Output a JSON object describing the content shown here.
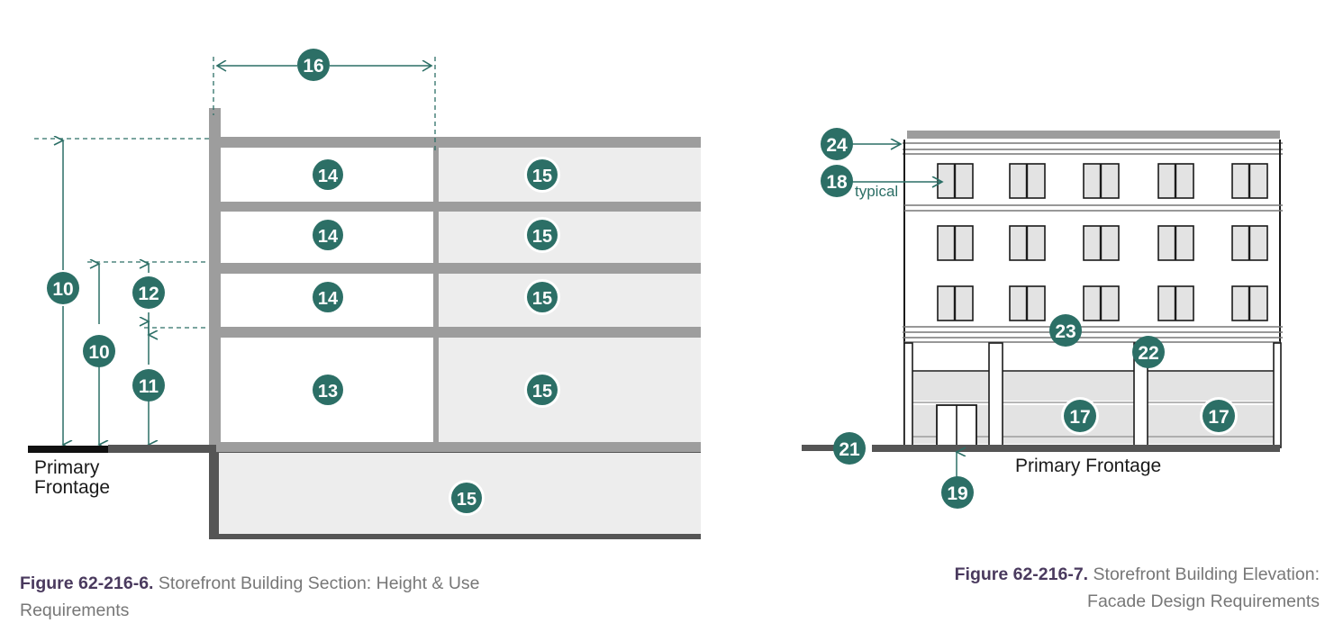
{
  "palette": {
    "badge_teal": "#2c6f66",
    "caption_purple": "#4a3a5e",
    "caption_gray": "#7a7a7a",
    "structure_gray": "#9d9d9d",
    "fill_light_gray": "#ededed",
    "ground_dark": "#555555",
    "outline_black": "#1a1a1a",
    "window_glass": "#e3e3e3"
  },
  "figures": [
    {
      "id": "figure-62-216-6",
      "number": "Figure 62-216-6.",
      "title_line1": "Storefront Building Section: Height & Use",
      "title_line2": "Requirements",
      "ground_label": "Primary\nFrontage",
      "ground_label_line1": "Primary",
      "ground_label_line2": "Frontage",
      "callouts": [
        {
          "num": "10",
          "kind": "dimension-vertical",
          "desc": "overall building height"
        },
        {
          "num": "10",
          "kind": "dimension-vertical",
          "desc": "upper story height"
        },
        {
          "num": "12",
          "kind": "dimension-vertical",
          "desc": "upper floor zone"
        },
        {
          "num": "11",
          "kind": "dimension-vertical",
          "desc": "ground story height"
        },
        {
          "num": "16",
          "kind": "dimension-horizontal",
          "desc": "building depth from frontage"
        },
        {
          "num": "13",
          "kind": "zone",
          "desc": "ground floor use"
        },
        {
          "num": "14",
          "kind": "zone",
          "desc": "upper floor use"
        },
        {
          "num": "15",
          "kind": "zone",
          "desc": "rear / below-grade use"
        }
      ],
      "zone_badges": [
        {
          "num": "14",
          "row": 1,
          "side": "front"
        },
        {
          "num": "15",
          "row": 1,
          "side": "rear"
        },
        {
          "num": "14",
          "row": 2,
          "side": "front"
        },
        {
          "num": "15",
          "row": 2,
          "side": "rear"
        },
        {
          "num": "14",
          "row": 3,
          "side": "front"
        },
        {
          "num": "15",
          "row": 3,
          "side": "rear"
        },
        {
          "num": "13",
          "row": 4,
          "side": "front"
        },
        {
          "num": "15",
          "row": 4,
          "side": "rear"
        },
        {
          "num": "15",
          "row": 5,
          "side": "basement"
        }
      ]
    },
    {
      "id": "figure-62-216-7",
      "number": "Figure 62-216-7.",
      "title_line1": "Storefront Building Elevation:",
      "title_line2": "Facade Design Requirements",
      "ground_label": "Primary Frontage",
      "typical_note": "typical",
      "callouts": [
        {
          "num": "24",
          "kind": "leader",
          "desc": "cornice / parapet"
        },
        {
          "num": "18",
          "kind": "leader",
          "desc": "upper story window, typical"
        },
        {
          "num": "23",
          "kind": "marker",
          "desc": "storefront cornice band"
        },
        {
          "num": "22",
          "kind": "marker",
          "desc": "pilaster"
        },
        {
          "num": "17",
          "kind": "marker",
          "desc": "ground floor transparency / glazing"
        },
        {
          "num": "17",
          "kind": "marker",
          "desc": "ground floor transparency / glazing"
        },
        {
          "num": "19",
          "kind": "leader",
          "desc": "primary entrance door"
        },
        {
          "num": "21",
          "kind": "marker",
          "desc": "sidewalk / ground line"
        }
      ],
      "facade": {
        "window_rows": 3,
        "windows_per_row": 5,
        "storefront_bays": 3
      }
    }
  ]
}
